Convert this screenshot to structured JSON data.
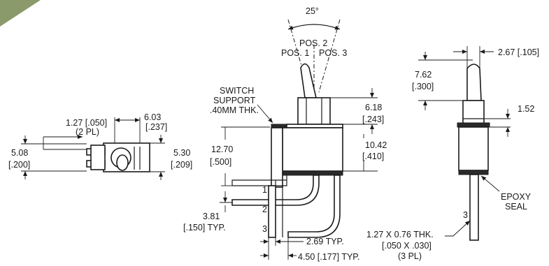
{
  "colors": {
    "corner_tab": "#8a9a6a",
    "ink": "#1a1a1a",
    "background": "#ffffff"
  },
  "angle": {
    "degrees": "25°",
    "pos1": "POS. 1",
    "pos2": "POS. 2",
    "pos3": "POS. 3"
  },
  "left_view": {
    "pitch": "1.27 [.050]",
    "pitch_note": "(2 PL)",
    "width": "6.03",
    "width_in": "[.237]",
    "left_height": "5.08",
    "left_height_in": "[.200]",
    "right_height": "5.30",
    "right_height_in": "[.209]"
  },
  "center_view": {
    "support_l1": "SWITCH",
    "support_l2": "SUPPORT",
    "support_l3": ".40MM THK.",
    "body_h": "12.70",
    "body_h_in": "[.500]",
    "bushing_h": "6.18",
    "bushing_h_in": "[.243]",
    "case_h": "10.42",
    "case_h_in": "[.410]",
    "pin_space": "3.81",
    "pin_space_in": "[.150] TYP.",
    "pin1": "1",
    "pin2": "2",
    "pin3": "3",
    "lead_space": "2.69 TYP.",
    "lead_total": "4.50 [.177] TYP."
  },
  "right_view": {
    "lever_w": "2.67 [.105]",
    "lever_h": "7.62",
    "lever_h_in": "[.300]",
    "collar": "1.52",
    "seal_l1": "EPOXY",
    "seal_l2": "SEAL",
    "pin3": "3",
    "term_l1": "1.27 X 0.76 THK.",
    "term_l2": "[.050 X .030]",
    "term_l3": "(3 PL)"
  }
}
